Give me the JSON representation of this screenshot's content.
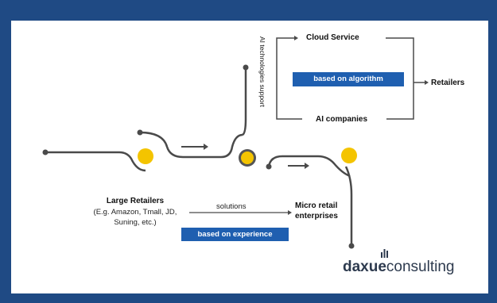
{
  "diagram": {
    "ai_support_label": "AI technologies support",
    "cloud_service": "Cloud Service",
    "based_on_algorithm": "based on algorithm",
    "ai_companies": "AI companies",
    "retailers": "Retailers",
    "large_retailers_title": "Large Retailers",
    "large_retailers_detail_1": "(E.g. Amazon, Tmall, JD,",
    "large_retailers_detail_2": "Suning, etc.)",
    "solutions": "solutions",
    "micro_retail_1": "Micro retail",
    "micro_retail_2": "enterprises",
    "based_on_experience": "based on experience"
  },
  "logo": {
    "prefix": "daxue",
    "suffix": "consulting"
  },
  "colors": {
    "frame": "#1f4a84",
    "panel": "#ffffff",
    "line": "#4a4a4a",
    "dot": "#f4c400",
    "box": "#1f5fb0"
  }
}
